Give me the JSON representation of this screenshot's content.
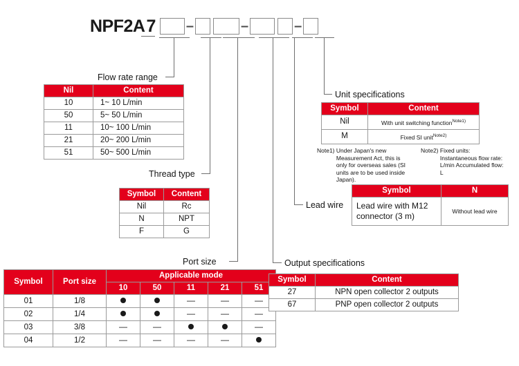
{
  "part_number": {
    "prefix": "NPF2A",
    "series": "7",
    "dash": "–",
    "boxes": [
      "",
      "",
      "",
      "",
      "",
      ""
    ]
  },
  "colors": {
    "header_red": "#E3001B",
    "line_gray": "#6e6e6e",
    "border_gray": "#9a9a9a"
  },
  "callouts": {
    "flow_rate_range": "Flow rate range",
    "thread_type": "Thread type",
    "port_size": "Port size",
    "unit_specifications": "Unit specifications",
    "lead_wire": "Lead wire",
    "output_specifications": "Output specifications"
  },
  "flow_rate_table": {
    "headers": [
      "Nil",
      "Content"
    ],
    "rows": [
      [
        "10",
        "1~ 10 L/min"
      ],
      [
        "50",
        "5~ 50 L/min"
      ],
      [
        "11",
        "10~ 100 L/min"
      ],
      [
        "21",
        "20~ 200 L/min"
      ],
      [
        "51",
        "50~ 500 L/min"
      ]
    ]
  },
  "thread_type_table": {
    "headers": [
      "Symbol",
      "Content"
    ],
    "rows": [
      [
        "Nil",
        "Rc"
      ],
      [
        "N",
        "NPT"
      ],
      [
        "F",
        "G"
      ]
    ]
  },
  "port_size_table": {
    "headers": {
      "symbol": "Symbol",
      "port_size": "Port size",
      "applicable_mode": "Applicable mode",
      "modes": [
        "10",
        "50",
        "11",
        "21",
        "51"
      ]
    },
    "rows": [
      {
        "symbol": "01",
        "port_size": "1/8",
        "modes": [
          "dot",
          "dot",
          "dash",
          "dash",
          "dash"
        ]
      },
      {
        "symbol": "02",
        "port_size": "1/4",
        "modes": [
          "dot",
          "dot",
          "dash",
          "dash",
          "dash"
        ]
      },
      {
        "symbol": "03",
        "port_size": "3/8",
        "modes": [
          "dash",
          "dash",
          "dot",
          "dot",
          "dash"
        ]
      },
      {
        "symbol": "04",
        "port_size": "1/2",
        "modes": [
          "dash",
          "dash",
          "dash",
          "dash",
          "dot"
        ]
      }
    ],
    "dash_glyph": "—"
  },
  "unit_spec_table": {
    "headers": [
      "Symbol",
      "Content"
    ],
    "rows": [
      {
        "symbol": "Nil",
        "content": "With unit switching function",
        "note": "Note1)"
      },
      {
        "symbol": "M",
        "content": "Fixed SI unit",
        "note": "Note2)"
      }
    ]
  },
  "notes": {
    "note1_label": "Note1)",
    "note1_text": "Under Japan's new Measurement Act, this is only for overseas sales (SI units are to be used inside Japan).",
    "note2_label": "Note2)",
    "note2_text": "Fixed units: Instantaneous flow rate: L/min Accumulated flow: L"
  },
  "lead_wire_table": {
    "headers": [
      "Symbol",
      "N"
    ],
    "row": {
      "left": "Lead wire with M12 connector (3 m)",
      "right": "Without lead wire"
    }
  },
  "output_spec_table": {
    "headers": [
      "Symbol",
      "Content"
    ],
    "rows": [
      [
        "27",
        "NPN open collector 2 outputs"
      ],
      [
        "67",
        "PNP open collector 2 outputs"
      ]
    ]
  }
}
